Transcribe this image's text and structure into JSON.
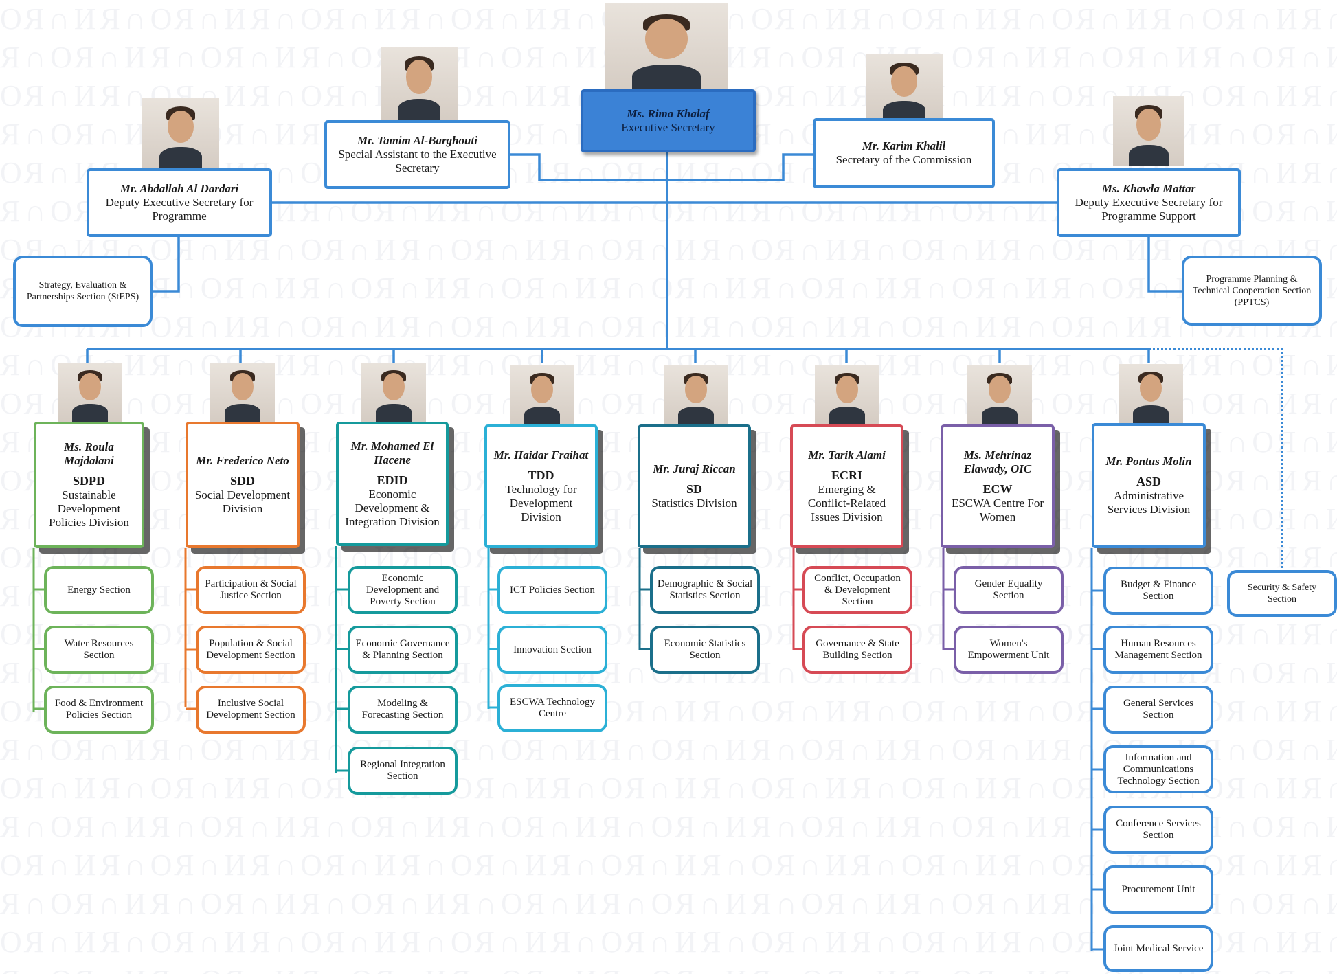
{
  "colors": {
    "exec": "#3b8ad6",
    "exec_fill": "#3b82d6",
    "connector": "#3b8ad6",
    "sdpd": "#6db35a",
    "sdd": "#e8782e",
    "edid": "#159a9c",
    "tdd": "#2bb0d6",
    "sd": "#1b6f8a",
    "ecri": "#d64a55",
    "ecw": "#7a5fa8",
    "asd": "#3b8ad6"
  },
  "executive_secretary": {
    "name": "Ms. Rima Khalaf",
    "title": "Executive Secretary",
    "photo_icon": "portrait-icon"
  },
  "special_assistant": {
    "name": "Mr. Tamim Al-Barghouti",
    "title": "Special Assistant to the Executive Secretary"
  },
  "secretary_commission": {
    "name": "Mr. Karim Khalil",
    "title": "Secretary of the Commission"
  },
  "deputy_programme": {
    "name": "Mr. Abdallah Al Dardari",
    "title": "Deputy Executive Secretary for Programme"
  },
  "deputy_support": {
    "name": "Ms. Khawla Mattar",
    "title": "Deputy Executive Secretary for Programme Support"
  },
  "steps": "Strategy, Evaluation & Partnerships Section (StEPS)",
  "pptcs": "Programme Planning & Technical Cooperation Section (PPTCS)",
  "security": "Security & Safety Section",
  "divisions": [
    {
      "name": "Ms. Roula Majdalani",
      "abbr": "SDPD",
      "title": "Sustainable Development Policies Division",
      "sections": [
        "Energy Section",
        "Water Resources Section",
        "Food & Environment Policies Section"
      ]
    },
    {
      "name": "Mr. Frederico Neto",
      "abbr": "SDD",
      "title": "Social Development Division",
      "sections": [
        "Participation & Social Justice Section",
        "Population & Social Development Section",
        "Inclusive Social Development Section"
      ]
    },
    {
      "name": "Mr. Mohamed El Hacene",
      "abbr": "EDID",
      "title": "Economic Development & Integration Division",
      "sections": [
        "Economic Development and Poverty Section",
        "Economic Governance & Planning Section",
        "Modeling & Forecasting Section",
        "Regional Integration Section"
      ]
    },
    {
      "name": "Mr. Haidar Fraihat",
      "abbr": "TDD",
      "title": "Technology for Development Division",
      "sections": [
        "ICT Policies Section",
        "Innovation Section",
        "ESCWA Technology Centre"
      ]
    },
    {
      "name": "Mr. Juraj Riccan",
      "abbr": "SD",
      "title": "Statistics Division",
      "sections": [
        "Demographic & Social Statistics Section",
        "Economic Statistics Section"
      ]
    },
    {
      "name": "Mr. Tarik Alami",
      "abbr": "ECRI",
      "title": "Emerging & Conflict-Related Issues Division",
      "sections": [
        "Conflict, Occupation & Development Section",
        "Governance & State Building Section"
      ]
    },
    {
      "name": "Ms. Mehrinaz Elawady, OIC",
      "abbr": "ECW",
      "title": "ESCWA Centre For Women",
      "sections": [
        "Gender Equality Section",
        "Women's Empowerment Unit"
      ]
    },
    {
      "name": "Mr. Pontus Molin",
      "abbr": "ASD",
      "title": "Administrative Services Division",
      "sections": [
        "Budget & Finance Section",
        "Human Resources Management Section",
        "General Services Section",
        "Information and Communications Technology Section",
        "Conference Services Section",
        "Procurement Unit",
        "Joint Medical Service"
      ]
    }
  ]
}
